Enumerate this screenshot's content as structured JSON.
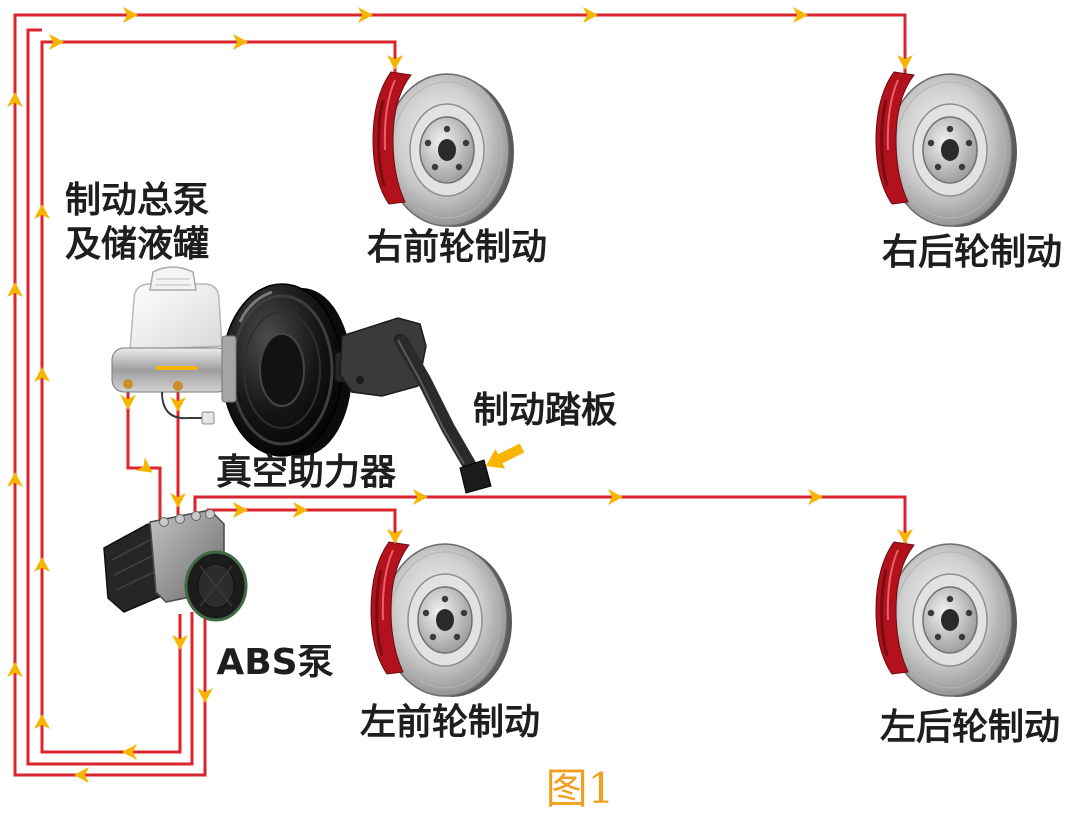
{
  "diagram": {
    "components": {
      "master_cylinder_reservoir": {
        "label_lines": [
          "制动总泵",
          "及储液罐"
        ],
        "icon": "master-cylinder-icon"
      },
      "vacuum_booster": {
        "label": "真空助力器",
        "icon": "vacuum-booster-icon"
      },
      "brake_pedal": {
        "label": "制动踏板",
        "icon": "brake-pedal-icon"
      },
      "abs_pump": {
        "label": "ABS泵",
        "icon": "abs-pump-icon"
      },
      "right_front_brake": {
        "label": "右前轮制动",
        "icon": "brake-disc-icon"
      },
      "right_rear_brake": {
        "label": "右后轮制动",
        "icon": "brake-disc-icon"
      },
      "left_front_brake": {
        "label": "左前轮制动",
        "icon": "brake-disc-icon"
      },
      "left_rear_brake": {
        "label": "左后轮制动",
        "icon": "brake-disc-icon"
      }
    },
    "flow_icon": "flow-arrow-icon",
    "caption": "图1",
    "colors": {
      "background": "#ffffff",
      "brake_line": "#d9262e",
      "flow_arrow": "#f7b500",
      "caliper": "#b3121c",
      "label_text": "#1e1e1e",
      "caption": "#f0a020"
    }
  }
}
